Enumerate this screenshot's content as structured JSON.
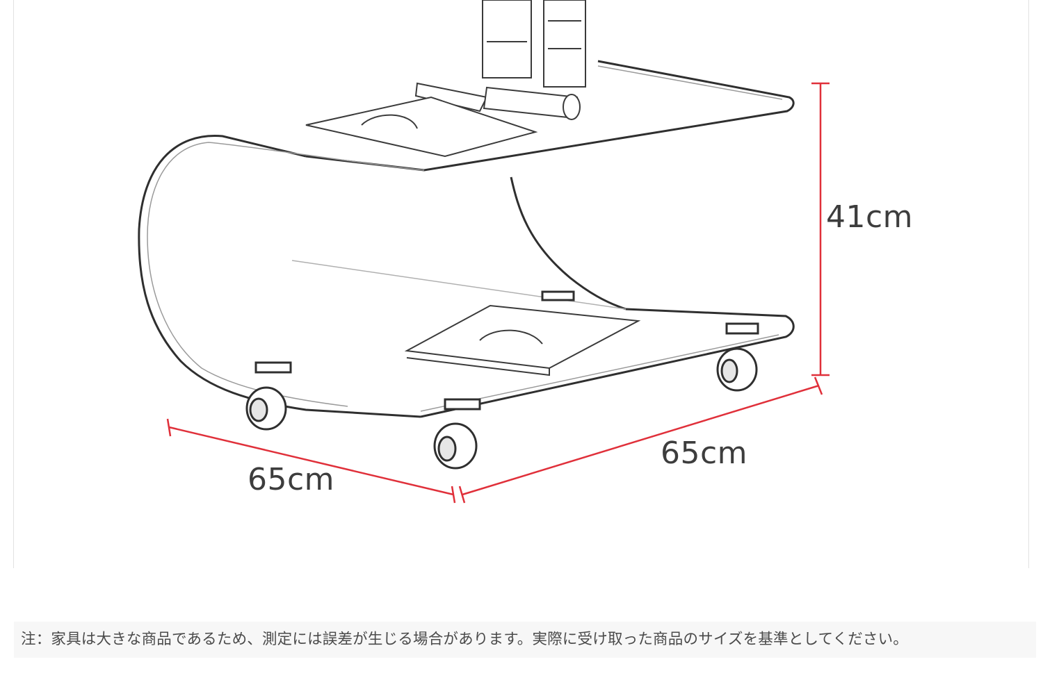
{
  "dimensions": {
    "height_label": "41cm",
    "depth_label": "65cm",
    "width_label": "65cm"
  },
  "product": {
    "type": "acrylic-c-shaped-side-table-with-casters"
  },
  "note": {
    "text": "注：家具は大きな商品であるため、測定には誤差が生じる場合があります。実際に受け取った商品のサイズを基準としてください。"
  },
  "colors": {
    "dimension_line": "#e0303a",
    "sketch": "#3a3a3a",
    "label": "#3d3d3d"
  }
}
